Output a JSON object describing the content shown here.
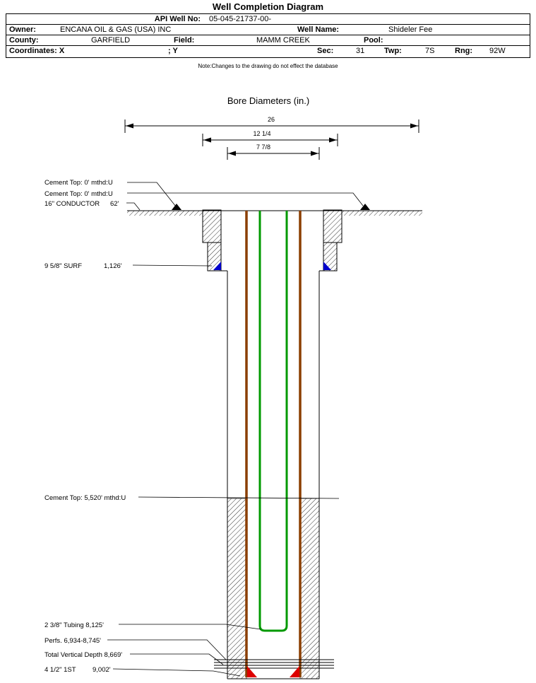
{
  "page": {
    "title": "Well Completion Diagram",
    "note": "Note:Changes to the drawing do not effect the database"
  },
  "table": {
    "api_label": "API Well No:",
    "api_value": "05-045-21737-00-",
    "owner_label": "Owner:",
    "owner_value": "ENCANA OIL & GAS (USA) INC",
    "well_name_label": "Well Name:",
    "well_name_value": "Shideler Fee",
    "county_label": "County:",
    "county_value": "GARFIELD",
    "field_label": "Field:",
    "field_value": "MAMM CREEK",
    "pool_label": "Pool:",
    "coordinates_label": "Coordinates: X",
    "coordinates_y_label": "; Y",
    "sec_label": "Sec:",
    "sec_value": "31",
    "twp_label": "Twp:",
    "twp_value": "7S",
    "rng_label": "Rng:",
    "rng_value": "92W"
  },
  "diagram": {
    "title": "Bore Diameters (in.)",
    "dims": {
      "outer": "26",
      "middle": "12 1/4",
      "inner": "7 7/8"
    },
    "annotations": {
      "cement_top_a": "Cement Top: 0' mthd:U",
      "cement_top_b": "Cement Top: 0' mthd:U",
      "conductor_label": "16\" CONDUCTOR",
      "conductor_depth": "62'",
      "surface_label": "9 5/8\" SURF",
      "surface_depth": "1,126'",
      "cement_top_mid": "Cement Top: 5,520' mthd:U",
      "tubing": "2 3/8\" Tubing 8,125'",
      "perfs": "Perfs. 6,934-8,745'",
      "tvd": "Total Vertical Depth 8,669'",
      "production_label": "4 1/2\" 1ST",
      "production_depth": "9,002'"
    },
    "colors": {
      "tubing": "#009900",
      "casing": "#8B3E00",
      "surface_shoe": "#0000CC",
      "production_shoe": "#DD0000"
    }
  }
}
